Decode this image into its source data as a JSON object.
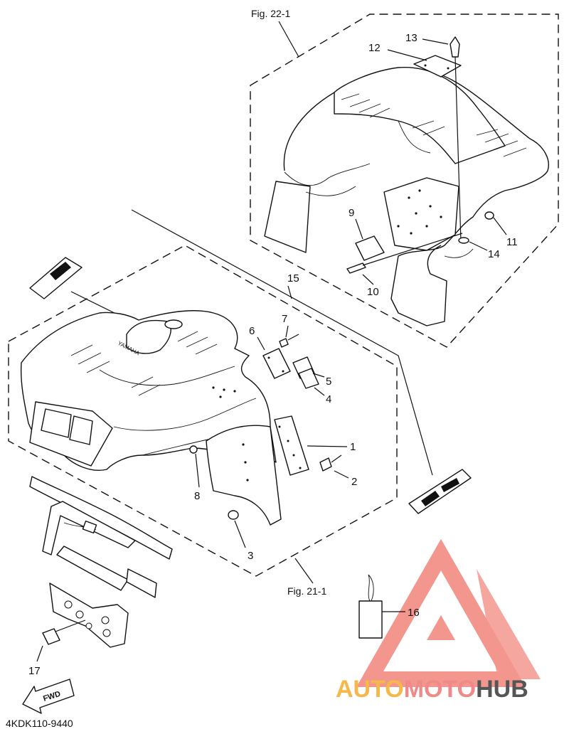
{
  "figure": {
    "ref_top": "Fig. 22-1",
    "ref_bottom": "Fig. 21-1",
    "drawing_code": "4KDK110-9440",
    "fwd_label": "FWD",
    "tank_text": "YAMAHA"
  },
  "callouts": [
    "1",
    "2",
    "3",
    "4",
    "5",
    "6",
    "7",
    "8",
    "9",
    "10",
    "11",
    "12",
    "13",
    "14",
    "15",
    "16",
    "17"
  ],
  "watermark": {
    "part1": "AUTO",
    "part2": "MOTO",
    "part3": "HUB",
    "color_primary": "#f5b84a",
    "color_mid": "#f08a8a",
    "color_dark": "#555555",
    "logo_color": "#f28b82"
  }
}
